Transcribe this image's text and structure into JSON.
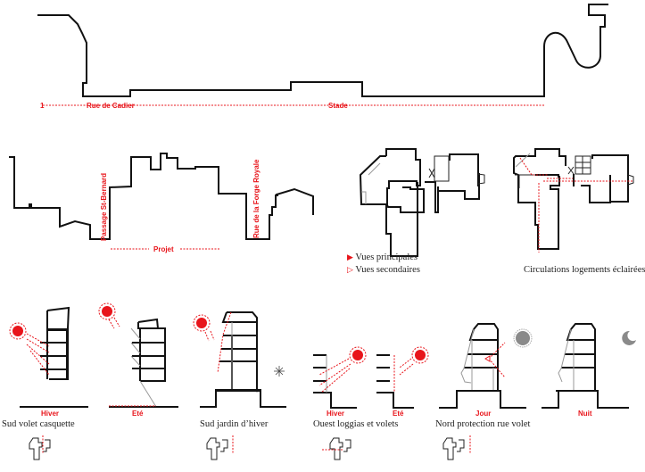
{
  "section_top": {
    "labels": {
      "start": "1",
      "street": "Rue de Cadier",
      "stadium": "Stade"
    }
  },
  "section_middle": {
    "labels": {
      "passage": "Passage St-Bernard",
      "street": "Rue de la Forge Royale",
      "project": "Projet"
    }
  },
  "plans": {
    "legend": {
      "primary": "Vues principales",
      "secondary": "Vues secondaires"
    },
    "circulation_caption": "Circulations logements éclairées"
  },
  "climate": {
    "groups": [
      {
        "caption": "Sud volet casquette",
        "labels": [
          "Hiver",
          "Eté"
        ]
      },
      {
        "caption": "Sud jardin d’hiver",
        "labels": []
      },
      {
        "caption": "Ouest loggias et volets",
        "labels": [
          "Hiver",
          "Eté"
        ]
      },
      {
        "caption": "Nord protection rue volet",
        "labels": [
          "Jour",
          "Nuit"
        ]
      }
    ]
  },
  "colors": {
    "accent": "#e8151b",
    "line": "#111111",
    "moon": "#8a8a8a"
  }
}
